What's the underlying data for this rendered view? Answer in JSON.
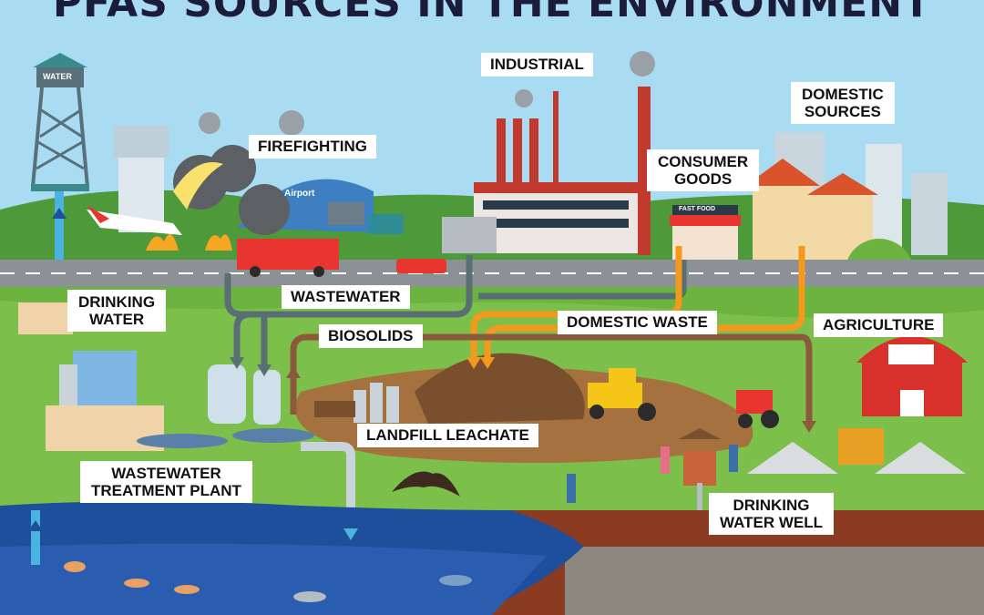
{
  "title": "PFAS SOURCES IN THE ENVIRONMENT",
  "labels": {
    "industrial": "INDUSTRIAL",
    "domestic_sources": [
      "DOMESTIC",
      "SOURCES"
    ],
    "firefighting": "FIREFIGHTING",
    "consumer_goods": [
      "CONSUMER",
      "GOODS"
    ],
    "drinking_water": [
      "DRINKING",
      "WATER"
    ],
    "wastewater": "WASTEWATER",
    "biosolids": "BIOSOLIDS",
    "domestic_waste": "DOMESTIC WASTE",
    "agriculture": "AGRICULTURE",
    "landfill_leachate": "LANDFILL LEACHATE",
    "wastewater_treatment_plant": [
      "WASTEWATER",
      "TREATMENT PLANT"
    ],
    "drinking_water_well": [
      "DRINKING",
      "WATER WELL"
    ]
  },
  "signs": {
    "water_tower": "WATER",
    "airport": "Airport",
    "fast_food": "FAST FOOD"
  },
  "colors": {
    "sky": "#a9dcf3",
    "flow_gray": "#5a6f73",
    "flow_orange": "#f39a1e",
    "flow_brown": "#8b5a3c",
    "water": "#1e4f9c",
    "grass": "#6db33f",
    "road": "#8c9196"
  }
}
